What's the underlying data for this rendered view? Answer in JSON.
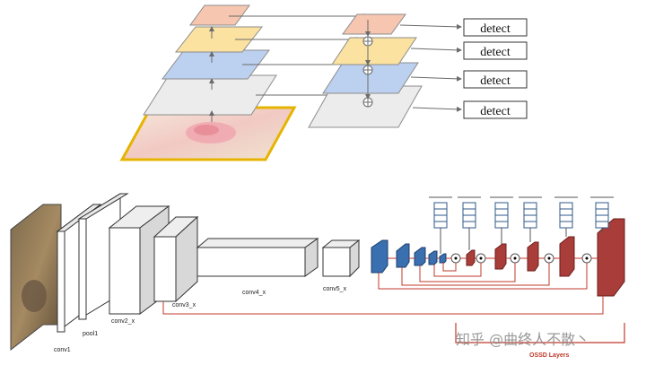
{
  "fpn": {
    "detect_labels": [
      "detect",
      "detect",
      "detect",
      "detect"
    ],
    "level_colors": [
      "#f7c6b0",
      "#fbe2a0",
      "#bcd0ef",
      "#ececec",
      "#f3b77a"
    ],
    "arrow_color": "#6b6b6b"
  },
  "backbone": {
    "layer_labels": {
      "conv1": "conv1",
      "pool1": "pool1",
      "conv2": "conv2_x",
      "conv3": "conv3_x",
      "conv4": "conv4_x",
      "conv5": "conv5_x"
    },
    "ossd_label": "OSSD Layers",
    "colors": {
      "blue": "#3a6fb0",
      "red": "#a93d3a",
      "connector": "#c0392b",
      "box_face": "#ffffff",
      "box_side": "#d8d8d8",
      "box_edge": "#333333"
    }
  },
  "watermark": "知乎 @曲终人不散丶"
}
